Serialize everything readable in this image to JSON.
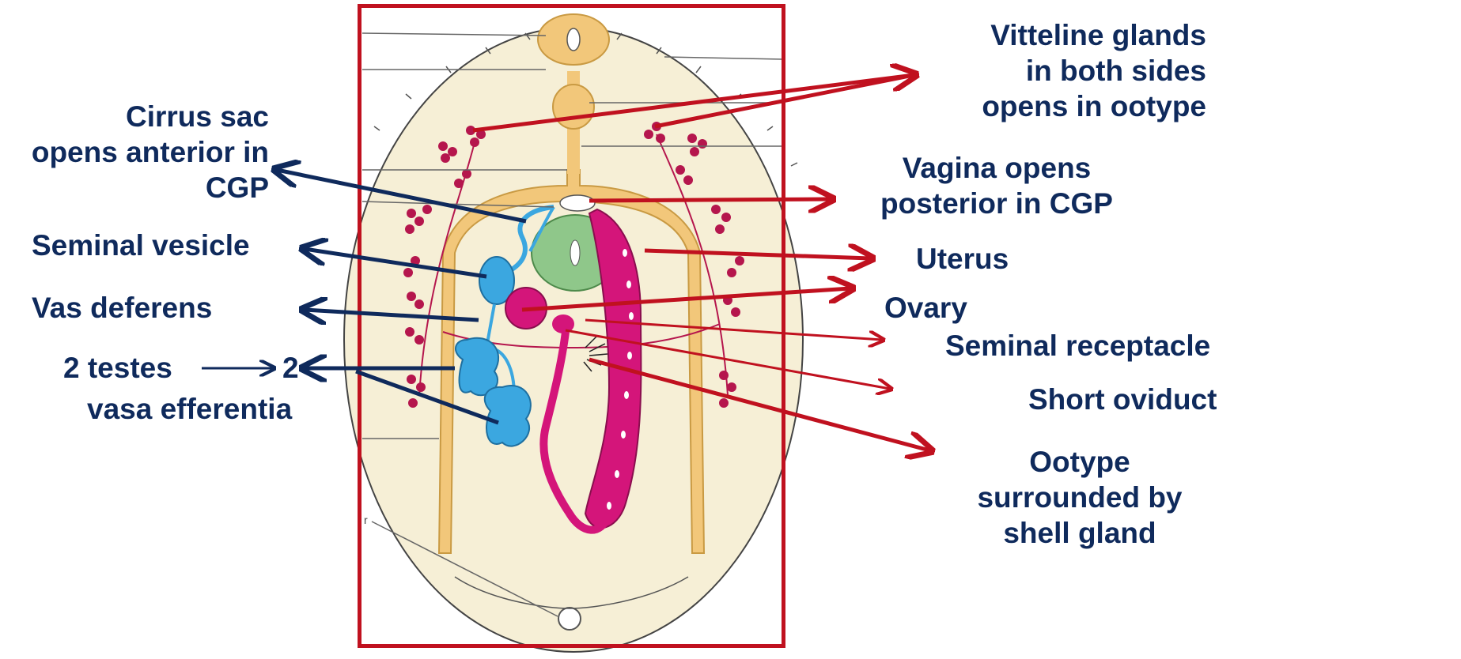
{
  "labels": {
    "cirrus_sac": [
      "Cirrus sac",
      "opens anterior in",
      "CGP"
    ],
    "seminal_vesicle": "Seminal vesicle",
    "vas_deferens": "Vas deferens",
    "testes": "2 testes",
    "vasa_efferentia_num": "2",
    "vasa_efferentia": "vasa efferentia",
    "vitteline": [
      "Vitteline glands",
      "in both sides",
      "opens in ootype"
    ],
    "vagina": [
      "Vagina opens",
      "posterior in CGP"
    ],
    "uterus": "Uterus",
    "ovary": "Ovary",
    "seminal_receptacle": "Seminal receptacle",
    "short_oviduct": "Short oviduct",
    "ootype": [
      "Ootype",
      "surrounded by",
      "shell gland"
    ],
    "diagram_letter": "r"
  },
  "colors": {
    "text": "#0f2a5c",
    "male_arrow": "#0f2a5c",
    "female_arrow": "#c0111f",
    "frame": "#c0111f",
    "body_fill": "#f6efd6",
    "gut": "#f2c77a",
    "male_organs": "#3ba7e0",
    "female_organs": "#d4157a",
    "acetabulum": "#8fc78a",
    "vitellaria": "#b5164d"
  }
}
